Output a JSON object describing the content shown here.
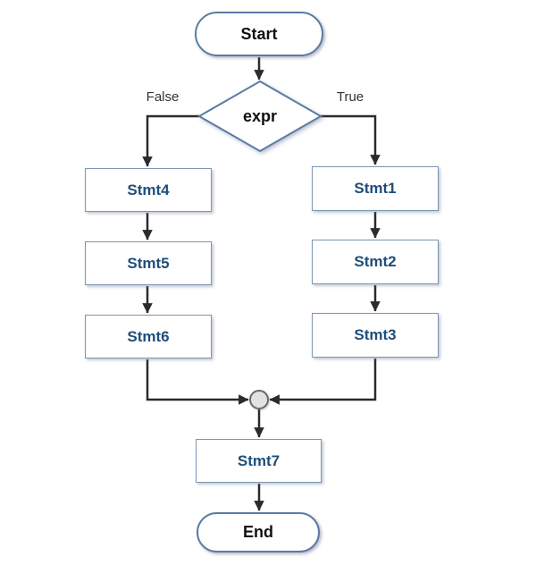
{
  "diagram": {
    "type": "flowchart",
    "nodes": {
      "start": {
        "label": "Start",
        "shape": "terminator"
      },
      "expr": {
        "label": "expr",
        "shape": "decision"
      },
      "stmt1": {
        "label": "Stmt1",
        "shape": "process"
      },
      "stmt2": {
        "label": "Stmt2",
        "shape": "process"
      },
      "stmt3": {
        "label": "Stmt3",
        "shape": "process"
      },
      "stmt4": {
        "label": "Stmt4",
        "shape": "process"
      },
      "stmt5": {
        "label": "Stmt5",
        "shape": "process"
      },
      "stmt6": {
        "label": "Stmt6",
        "shape": "process"
      },
      "stmt7": {
        "label": "Stmt7",
        "shape": "process"
      },
      "end": {
        "label": "End",
        "shape": "terminator"
      },
      "junction": {
        "label": "",
        "shape": "connector-circle"
      }
    },
    "branch_labels": {
      "true_label": "True",
      "false_label": "False"
    },
    "edges": [
      {
        "from": "start",
        "to": "expr"
      },
      {
        "from": "expr",
        "to": "stmt4",
        "label": "False"
      },
      {
        "from": "expr",
        "to": "stmt1",
        "label": "True"
      },
      {
        "from": "stmt4",
        "to": "stmt5"
      },
      {
        "from": "stmt5",
        "to": "stmt6"
      },
      {
        "from": "stmt6",
        "to": "junction"
      },
      {
        "from": "stmt1",
        "to": "stmt2"
      },
      {
        "from": "stmt2",
        "to": "stmt3"
      },
      {
        "from": "stmt3",
        "to": "junction"
      },
      {
        "from": "junction",
        "to": "stmt7"
      },
      {
        "from": "stmt7",
        "to": "end"
      }
    ],
    "colors": {
      "background": "#ffffff",
      "terminator_border": "#5a7ca3",
      "process_border": "#7b96b3",
      "process_text": "#1f4e79",
      "terminator_text": "#111111",
      "edge": "#2b2b2b",
      "branch_label_text": "#333333",
      "junction_fill": "#e2e2e2",
      "junction_border": "#6b6b6b"
    }
  }
}
